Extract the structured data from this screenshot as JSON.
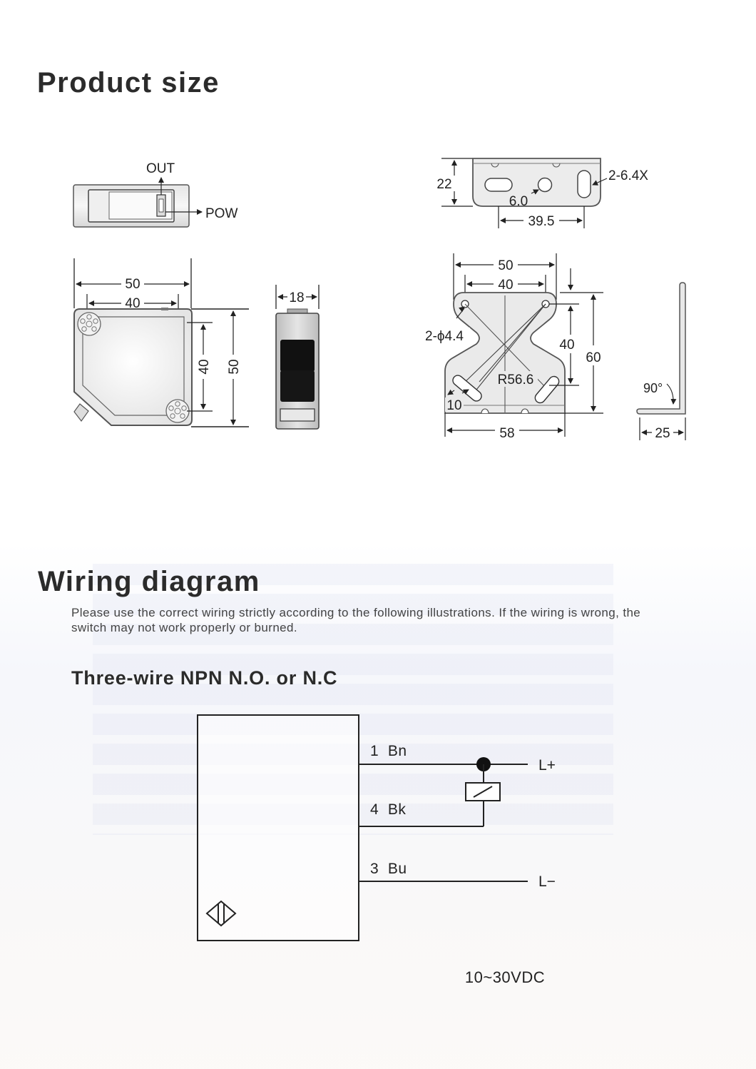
{
  "product_size": {
    "title": "Product size",
    "sensor_top": {
      "out": "OUT",
      "pow": "POW"
    },
    "sensor_front": {
      "w_outer": "50",
      "w_inner": "40",
      "h_inner": "40",
      "h_outer": "50"
    },
    "sensor_side": {
      "width": "18"
    },
    "bracket_top": {
      "height": "22",
      "hole": "6.0",
      "slot_spacing": "39.5",
      "slot": "2-6.4X"
    },
    "bracket_front": {
      "w_outer": "50",
      "w_inner": "40",
      "holes": "2-ϕ4.4",
      "h_inner": "40",
      "h_outer": "60",
      "radius": "R56.6",
      "offset": "10",
      "base": "58"
    },
    "bracket_side": {
      "angle": "90°",
      "depth": "25"
    }
  },
  "wiring": {
    "title": "Wiring diagram",
    "note": "Please use the correct wiring strictly according to the following illustrations. If the wiring is wrong, the switch may not work properly or burned.",
    "subtitle": "Three-wire NPN N.O. or N.C",
    "wires": [
      {
        "label": "1  Bn"
      },
      {
        "label": "4  Bk"
      },
      {
        "label": "3  Bu"
      }
    ],
    "lplus": "L+",
    "lminus": "L−",
    "voltage": "10~30VDC"
  }
}
